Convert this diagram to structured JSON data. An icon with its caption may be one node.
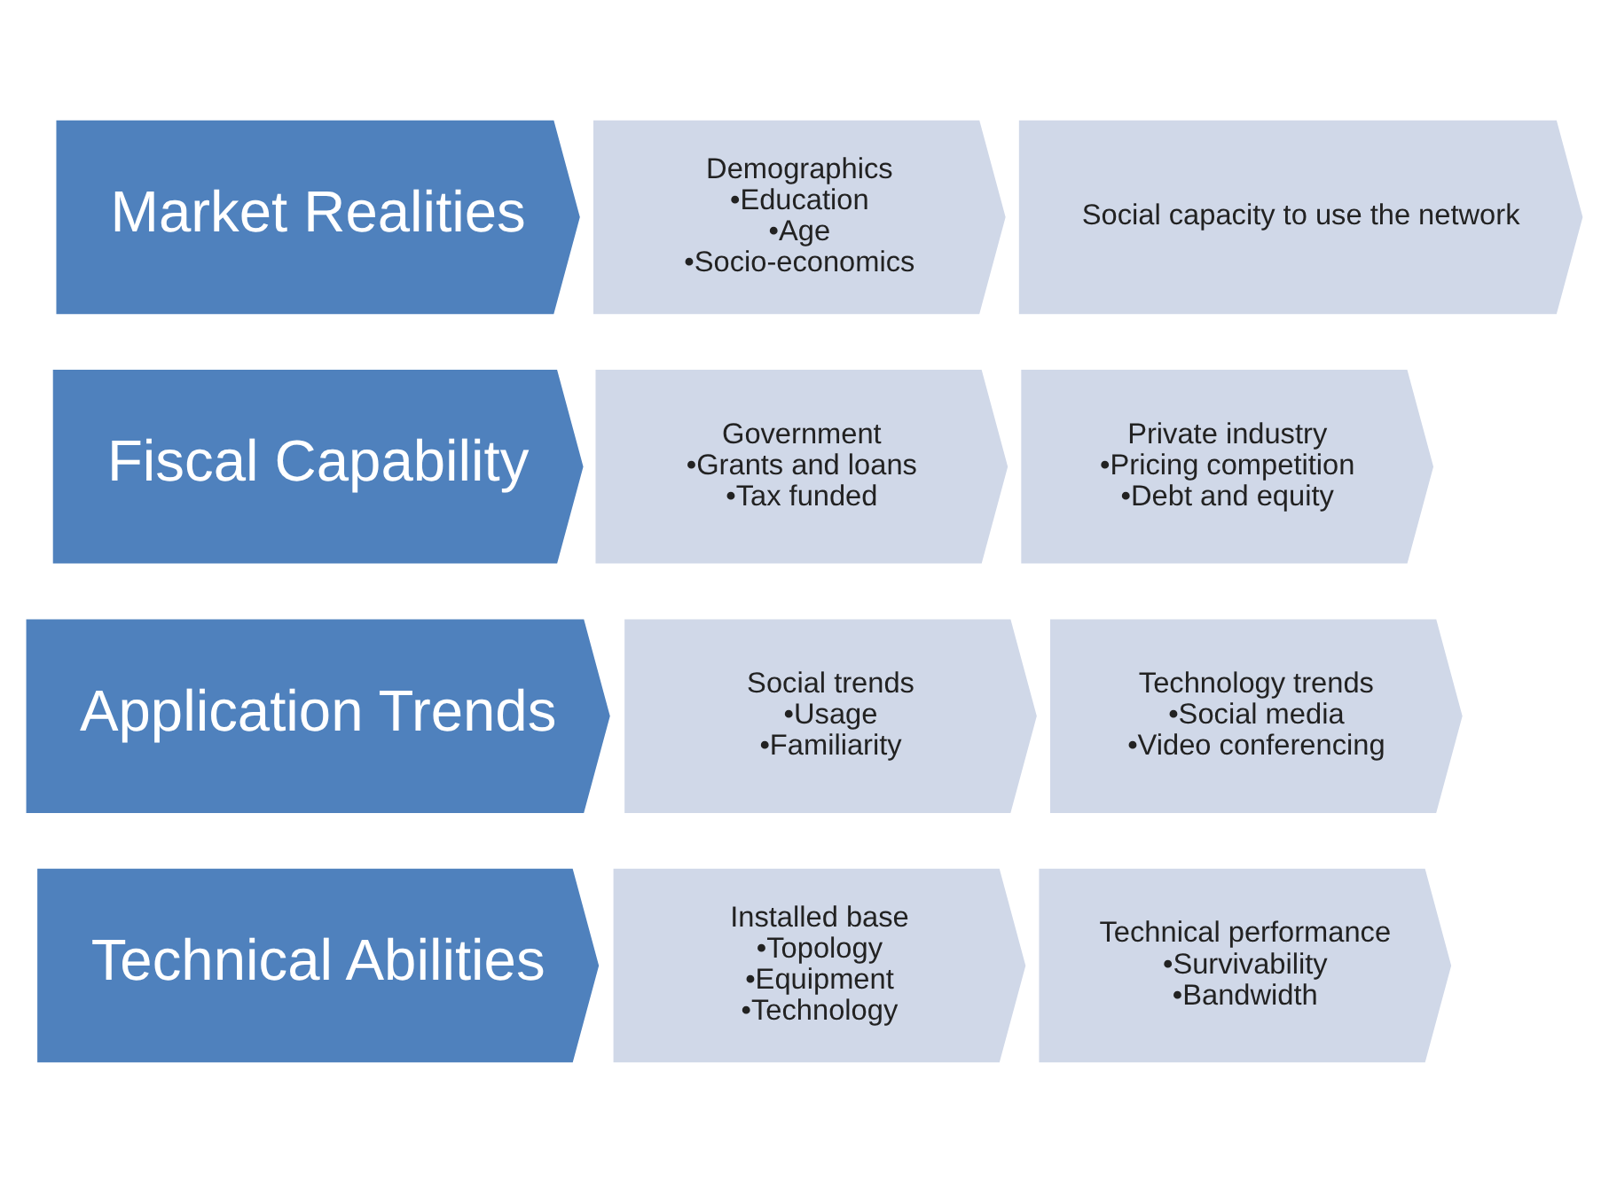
{
  "diagram": {
    "nodes": [
      {
        "text": [
          "Market Realities"
        ]
      },
      {
        "text": [
          "Demographics",
          "•Education",
          "•Age",
          "•Socio-economics"
        ]
      },
      {
        "text": [
          "Social capacity to use the network"
        ]
      },
      {
        "text": [
          "Fiscal Capability"
        ]
      },
      {
        "text": [
          "Government",
          "•Grants and loans",
          "•Tax funded"
        ]
      },
      {
        "text": [
          "Private industry",
          "•Pricing competition",
          "•Debt and equity"
        ]
      },
      {
        "text": [
          "Application Trends"
        ]
      },
      {
        "text": [
          "Social trends",
          "•Usage",
          "•Familiarity"
        ]
      },
      {
        "text": [
          "Technology trends",
          "•Social media",
          "•Video conferencing"
        ]
      },
      {
        "text": [
          "Technical Abilities"
        ]
      },
      {
        "text": [
          "Installed base",
          "•Topology",
          "•Equipment",
          "•Technology"
        ]
      },
      {
        "text": [
          "Technical performance",
          "•Survivability",
          "•Bandwidth"
        ]
      }
    ]
  }
}
